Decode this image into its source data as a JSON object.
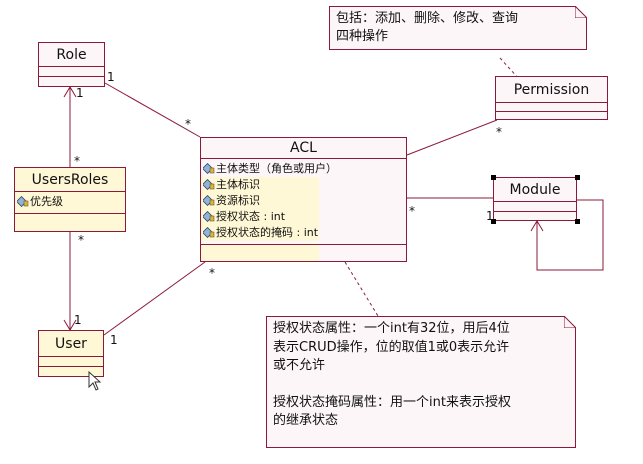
{
  "classes": {
    "role": {
      "name": "Role"
    },
    "users_roles": {
      "name": "UsersRoles",
      "attributes": [
        "优先级"
      ]
    },
    "user": {
      "name": "User"
    },
    "acl": {
      "name": "ACL",
      "attributes": [
        "主体类型（角色或用户）",
        "主体标识",
        "资源标识",
        "授权状态 : int",
        "授权状态的掩码 : int"
      ]
    },
    "permission": {
      "name": "Permission"
    },
    "module": {
      "name": "Module"
    }
  },
  "notes": {
    "permission_note": [
      "包括：添加、删除、修改、查询",
      "四种操作"
    ],
    "acl_note": [
      "授权状态属性：一个int有32位，用后4位",
      "表示CRUD操作，位的取值1或0表示允许",
      "或不允许",
      "",
      "授权状态掩码属性：用一个int来表示授权",
      "的继承状态"
    ]
  },
  "multiplicities": {
    "role_acl_role_end": "1",
    "role_acl_acl_end": "*",
    "role_usersroles_role_end": "1",
    "role_usersroles_ur_end": "*",
    "usersroles_user_ur_end": "*",
    "usersroles_user_user_end": "1",
    "user_acl_user_end": "1",
    "user_acl_acl_end": "*",
    "permission_acl_perm_end": "*",
    "acl_module_acl_end": "*",
    "acl_module_module_end": "1"
  },
  "colors": {
    "border": "#8b1a3a",
    "class_fill": "#fdf6f8",
    "yellow_fill": "#fff8d6",
    "line": "#8b1a3a"
  },
  "icons": {
    "attribute": "attribute-icon",
    "cursor": "mouse-cursor-icon"
  }
}
